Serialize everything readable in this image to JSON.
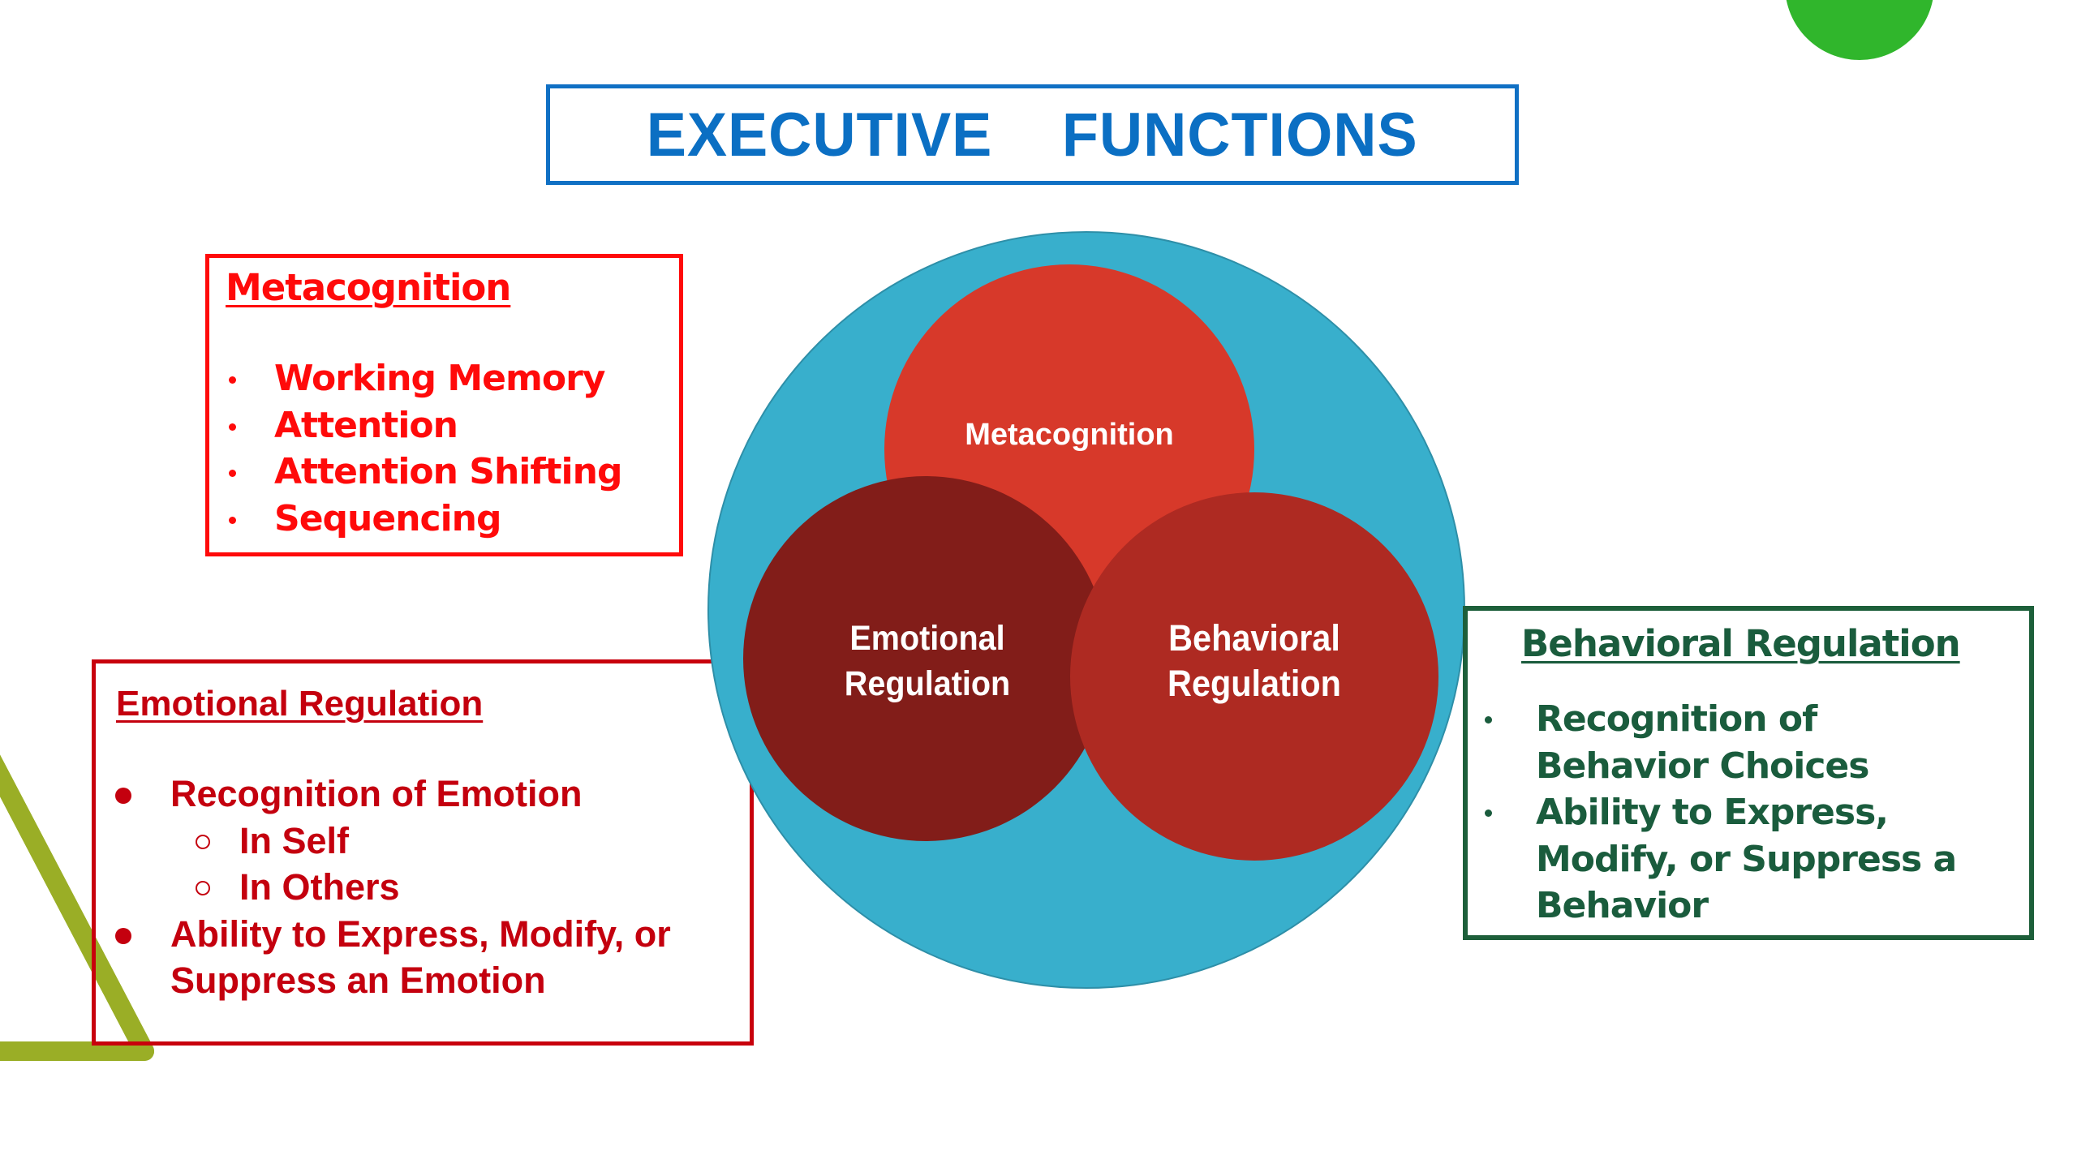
{
  "title": "EXECUTIVE  FUNCTIONS",
  "colors": {
    "title_blue": "#0B6FC3",
    "outer_circle": "#38AFCC",
    "metacognition_circle": "#D7392A",
    "emotional_circle": "#821D19",
    "behavioral_circle": "#AE2A22",
    "metacognition_text": "#FF0A0A",
    "emotional_text": "#C4000E",
    "behavioral_text": "#1A5C3D",
    "accent_green_dot": "#30B62C",
    "triangle_olive": "#9AAE26"
  },
  "diagram": {
    "circles": [
      {
        "id": "metacognition",
        "label": "Metacognition"
      },
      {
        "id": "emotional",
        "label_line1": "Emotional",
        "label_line2": "Regulation"
      },
      {
        "id": "behavioral",
        "label_line1": "Behavioral",
        "label_line2": "Regulation"
      }
    ]
  },
  "boxes": {
    "metacognition": {
      "heading": "Metacognition",
      "items": [
        "Working Memory",
        "Attention",
        "Attention Shifting",
        "Sequencing"
      ]
    },
    "emotional": {
      "heading": "Emotional Regulation",
      "items": [
        {
          "text": "Recognition of Emotion",
          "subitems": [
            "In Self",
            "In Others"
          ]
        },
        {
          "text_line1": "Ability to Express, Modify, or",
          "text_line2": "Suppress an Emotion"
        }
      ]
    },
    "behavioral": {
      "heading": "Behavioral Regulation",
      "items": [
        "Recognition of Behavior Choices",
        "Ability to Express, Modify, or Suppress a Behavior"
      ]
    }
  }
}
